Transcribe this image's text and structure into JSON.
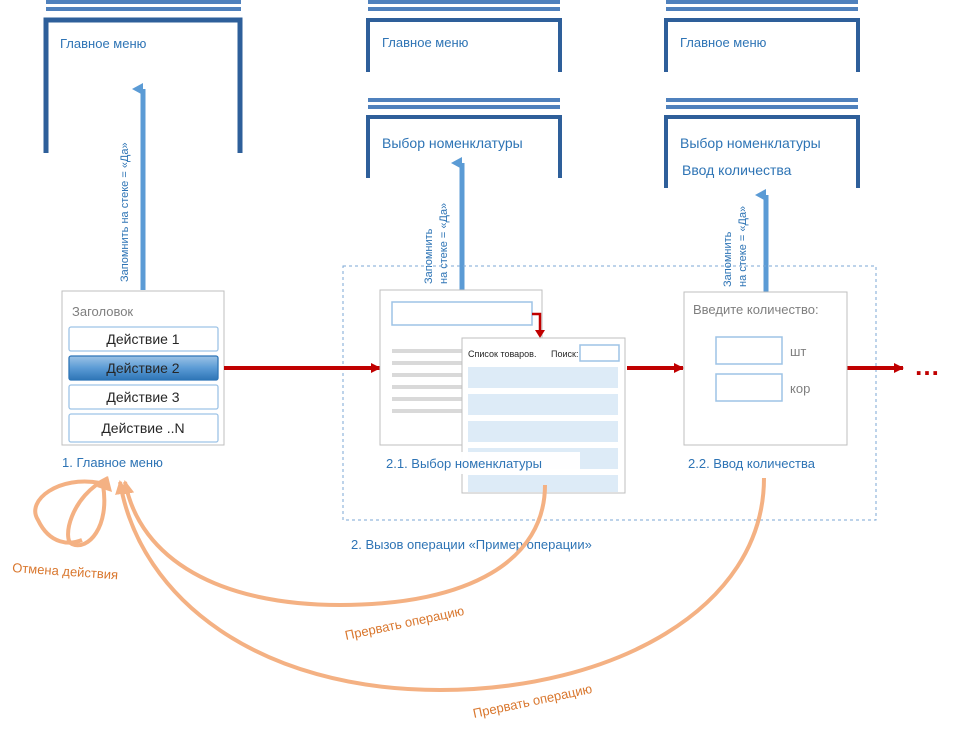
{
  "stacks": {
    "col1": {
      "frame1": "Главное меню"
    },
    "col2": {
      "frame1": "Главное меню",
      "frame2": "Выбор номенклатуры"
    },
    "col3": {
      "frame1": "Главное меню",
      "frame2_line1": "Выбор номенклатуры",
      "frame2_line2": "Ввод количества"
    }
  },
  "stack_label": {
    "line1": "Запомнить",
    "line2": "на стеке = «Да»",
    "single": "Запомнить на стеке = «Да»"
  },
  "main_menu": {
    "header": "Заголовок",
    "actions": [
      "Действие 1",
      "Действие 2",
      "Действие 3",
      "Действие ..N"
    ],
    "caption": "1. Главное меню"
  },
  "nomenclature": {
    "list_title": "Список товаров.",
    "search_label": "Поиск:",
    "caption": "2.1. Выбор номенклатуры"
  },
  "quantity": {
    "title": "Введите количество:",
    "unit1": "шт",
    "unit2": "кор",
    "caption": "2.2. Ввод количества"
  },
  "operation_caption": "2. Вызов операции «Пример операции»",
  "continuation": "…",
  "return_labels": {
    "cancel": "Отмена действия",
    "abort1": "Прервать операцию",
    "abort2": "Прервать операцию"
  },
  "colors": {
    "stack_blue": "#2E5F9A",
    "stack_arrow": "#5B9BD5",
    "flow_red": "#C00000",
    "return_orange": "#F4B183",
    "selected_action": "#5B9BD5"
  }
}
